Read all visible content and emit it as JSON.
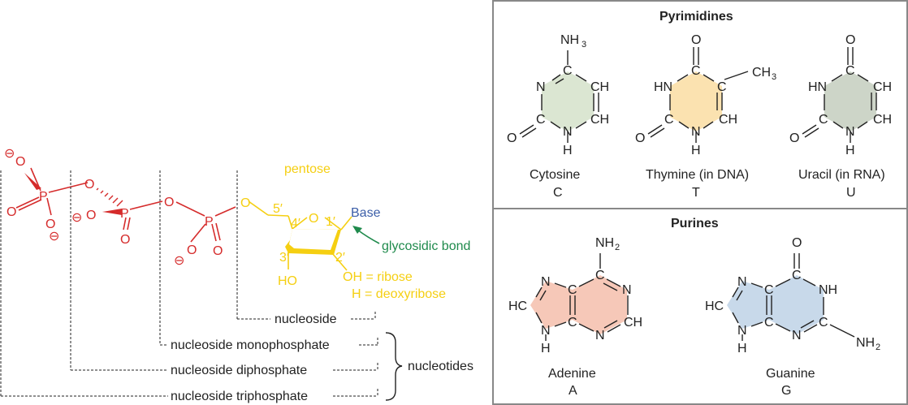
{
  "labels": {
    "pentose": "pentose",
    "base": "Base",
    "glycosidic_bond": "glycosidic bond",
    "c5": "5′",
    "c4": "4′",
    "c3": "3′",
    "c2": "2′",
    "c1": "1′",
    "ring_o": "O",
    "ho": "HO",
    "oh_ribose": "OH = ribose",
    "h_deoxyribose": "H = deoxyribose",
    "nucleoside": "nucleoside",
    "nmp": "nucleoside monophosphate",
    "ndp": "nucleoside diphosphate",
    "ntp": "nucleoside triphosphate",
    "nucleotides": "nucleotides"
  },
  "atoms": {
    "O": "O",
    "P": "P",
    "N": "N",
    "C": "C",
    "H": "H",
    "HN": "HN",
    "CH": "CH",
    "HC": "HC",
    "NH": "NH",
    "NH2": "NH",
    "NH3": "NH",
    "CH3": "CH",
    "minus": "⊖",
    "sub2": "2",
    "sub3": "3"
  },
  "panels": {
    "pyrimidines_title": "Pyrimidines",
    "purines_title": "Purines"
  },
  "bases": {
    "cytosine": {
      "name": "Cytosine",
      "letter": "C",
      "color": "#dbe6d2"
    },
    "thymine": {
      "name": "Thymine (in DNA)",
      "letter": "T",
      "color": "#fbe2b0"
    },
    "uracil": {
      "name": "Uracil (in RNA)",
      "letter": "U",
      "color": "#cdd5c8"
    },
    "adenine": {
      "name": "Adenine",
      "letter": "A",
      "color": "#f6c8b8"
    },
    "guanine": {
      "name": "Guanine",
      "letter": "G",
      "color": "#c8d9ea"
    }
  },
  "colors": {
    "phosphate": "#d52b2b",
    "sugar": "#f5cf12",
    "base_label": "#3b5ea8",
    "bond_label": "#1f8a4c"
  }
}
